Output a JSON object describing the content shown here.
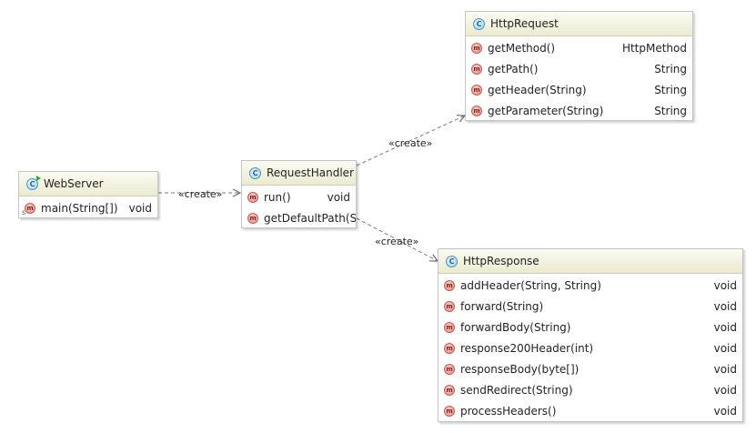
{
  "diagram": {
    "classes": {
      "webserver": {
        "name": "WebServer",
        "icon": "class-runnable-icon",
        "methods": [
          {
            "signature": "main(String[])",
            "returns": "void",
            "static": true
          }
        ]
      },
      "requesthandler": {
        "name": "RequestHandler",
        "icon": "class-icon",
        "methods": [
          {
            "signature": "run()",
            "returns": "void"
          },
          {
            "signature": "getDefaultPath(Str",
            "returns": ""
          }
        ]
      },
      "httprequest": {
        "name": "HttpRequest",
        "icon": "class-icon",
        "methods": [
          {
            "signature": "getMethod()",
            "returns": "HttpMethod"
          },
          {
            "signature": "getPath()",
            "returns": "String"
          },
          {
            "signature": "getHeader(String)",
            "returns": "String"
          },
          {
            "signature": "getParameter(String)",
            "returns": "String"
          }
        ]
      },
      "httpresponse": {
        "name": "HttpResponse",
        "icon": "class-icon",
        "methods": [
          {
            "signature": "addHeader(String, String)",
            "returns": "void"
          },
          {
            "signature": "forward(String)",
            "returns": "void"
          },
          {
            "signature": "forwardBody(String)",
            "returns": "void"
          },
          {
            "signature": "response200Header(int)",
            "returns": "void"
          },
          {
            "signature": "responseBody(byte[])",
            "returns": "void"
          },
          {
            "signature": "sendRedirect(String)",
            "returns": "void"
          },
          {
            "signature": "processHeaders()",
            "returns": "void"
          }
        ]
      }
    },
    "edges": {
      "webserver_to_requesthandler": "«create»",
      "requesthandler_to_httprequest": "«create»",
      "requesthandler_to_httpresponse": "«create»"
    },
    "icons": {
      "class_glyph": "C",
      "method_glyph": "m",
      "static_glyph": "s"
    },
    "colors": {
      "header_top": "#fbfbf3",
      "header_bottom": "#ecebd0",
      "class_icon": "#9fd0ea",
      "method_icon": "#e48a82",
      "edge": "#7a7a7a"
    }
  }
}
